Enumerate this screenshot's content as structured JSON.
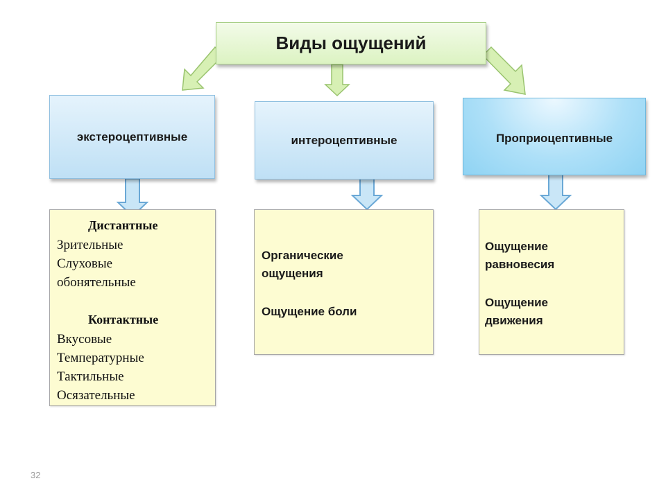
{
  "title": "Виды ощущений",
  "categories": [
    {
      "label": "экстероцептивные"
    },
    {
      "label": "интероцептивные"
    },
    {
      "label": "Проприоцептивные"
    }
  ],
  "extero": {
    "distant_heading": "Дистантные",
    "distant_items": [
      "Зрительные",
      "Слуховые",
      "обонятельные"
    ],
    "contact_heading": "Контактные",
    "contact_items": [
      "Вкусовые",
      "Температурные",
      "Тактильные",
      "Осязательные"
    ]
  },
  "intero": {
    "line1": "Органические",
    "line2": "ощущения",
    "line3": "Ощущение боли"
  },
  "proprio": {
    "line1": "Ощущение",
    "line2": "равновесия",
    "line3": "Ощущение",
    "line4": "движения"
  },
  "page_number": "32",
  "colors": {
    "title_fill": "#dcf3c2",
    "category_fill": "#bfe0f5",
    "item_fill": "#fdfcd2",
    "arrow_green": "#d7f0b4",
    "arrow_blue": "#c9e6f7"
  }
}
